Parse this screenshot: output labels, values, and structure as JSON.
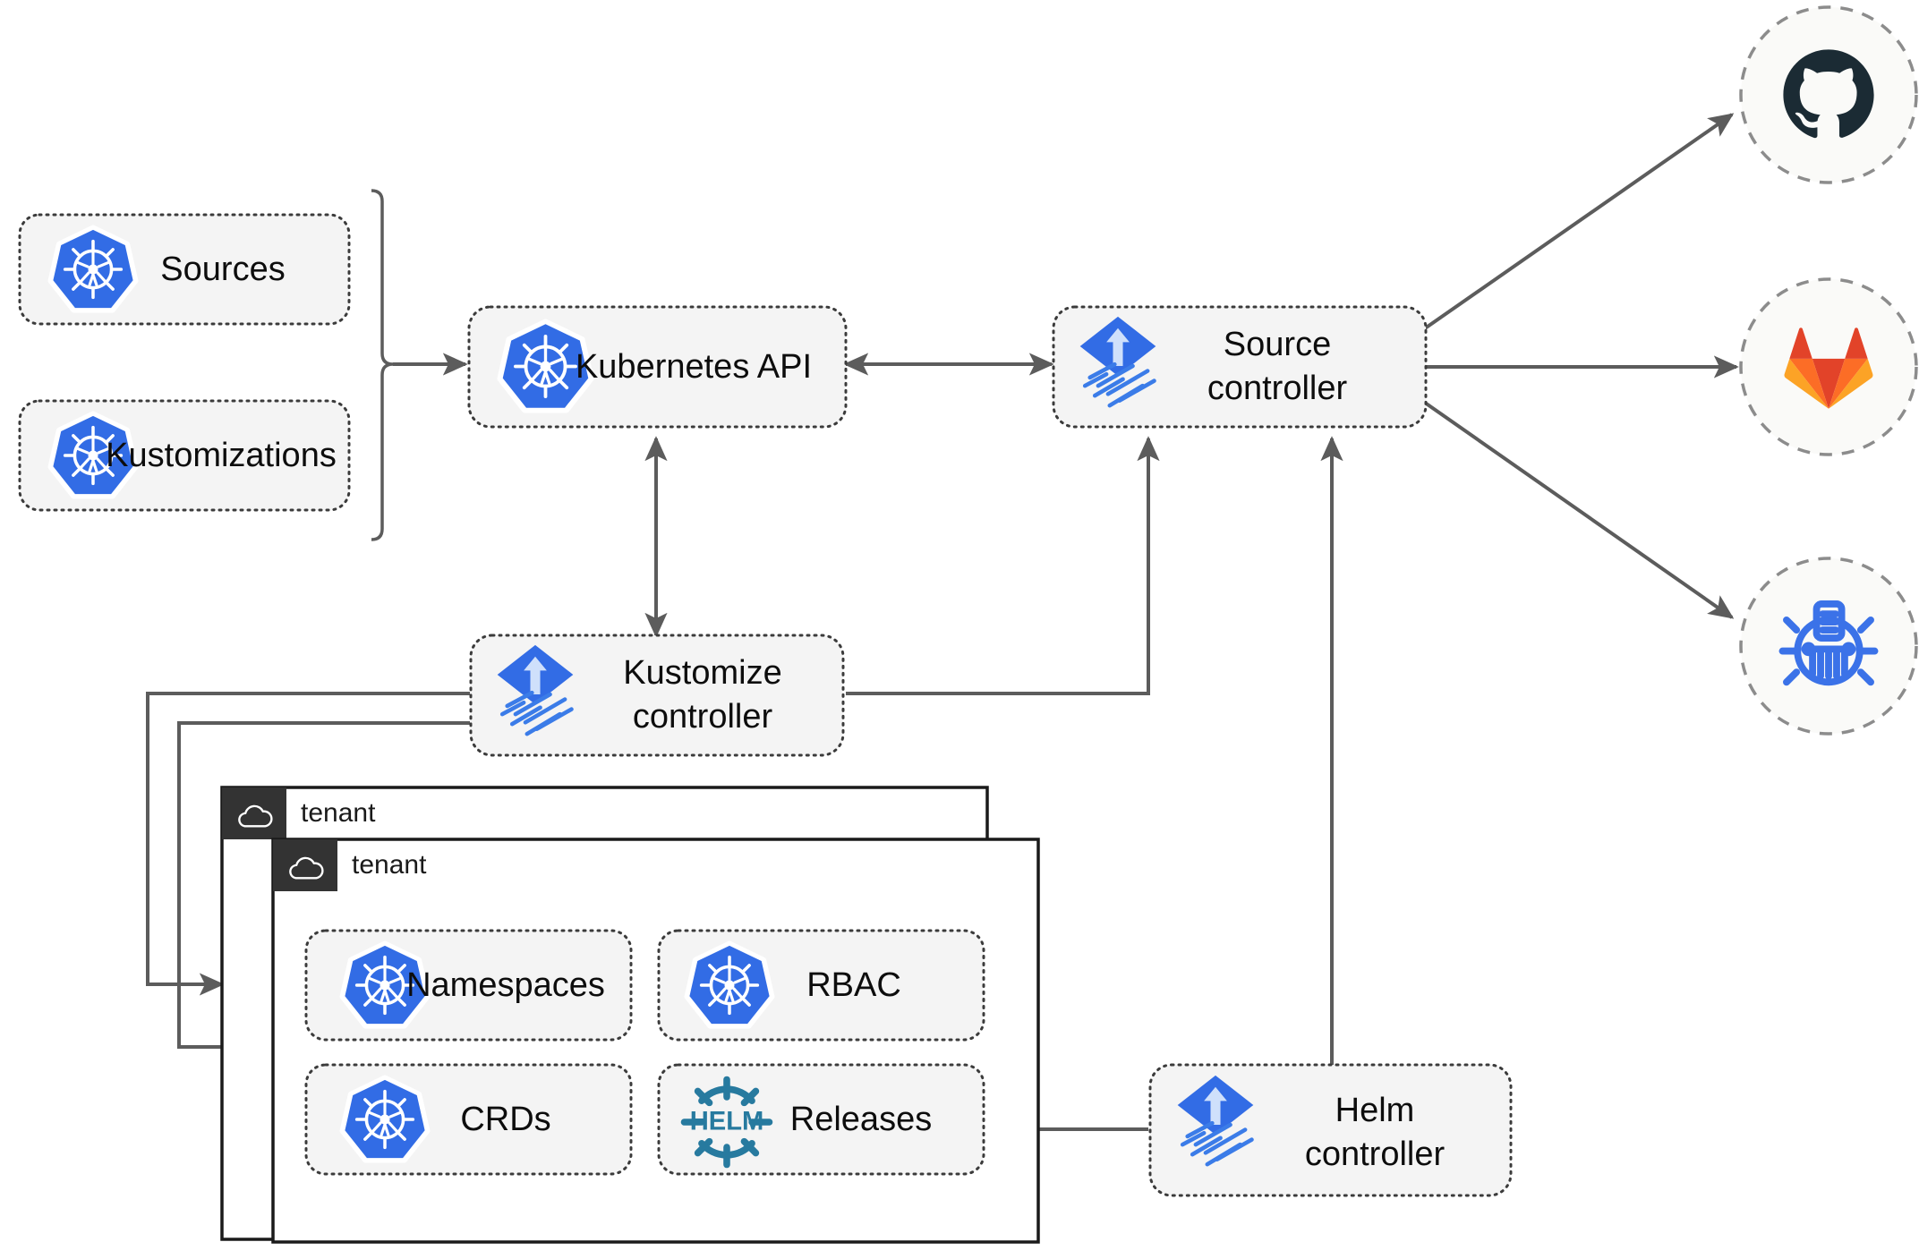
{
  "diagram": {
    "title": "Flux GitOps multi-tenancy architecture",
    "colors": {
      "kubernetes_blue": "#326CE5",
      "flux_blue": "#326CE5",
      "helm_teal": "#277A9F",
      "github_navy": "#1B2B34",
      "gitlab_orange": "#E24329",
      "gitlab_amber": "#FCA326",
      "box_fill": "#F4F4F4",
      "box_stroke": "#3B3B3B",
      "edge_stroke": "#5C5C5C",
      "tenant_tab": "#333333",
      "circle_fill": "#FAFAF8",
      "circle_stroke": "#8C8C8C"
    },
    "nodes": {
      "sources": {
        "label": "Sources",
        "icon": "kubernetes-icon"
      },
      "kustomizations": {
        "label": "Kustomizations",
        "icon": "kubernetes-icon"
      },
      "kubernetes_api": {
        "label": "Kubernetes API",
        "icon": "kubernetes-icon"
      },
      "source_controller": {
        "label_line1": "Source",
        "label_line2": "controller",
        "icon": "flux-icon"
      },
      "kustomize_controller": {
        "label_line1": "Kustomize",
        "label_line2": "controller",
        "icon": "flux-icon"
      },
      "helm_controller": {
        "label_line1": "Helm",
        "label_line2": "controller",
        "icon": "flux-icon"
      },
      "github": {
        "label": "",
        "icon": "github-icon"
      },
      "gitlab": {
        "label": "",
        "icon": "gitlab-icon"
      },
      "bucket": {
        "label": "",
        "icon": "bucket-icon"
      }
    },
    "tenants": [
      {
        "label": "tenant",
        "icon": "cloud-icon"
      },
      {
        "label": "tenant",
        "icon": "cloud-icon"
      }
    ],
    "tenant_resources": [
      {
        "label": "Namespaces",
        "icon": "kubernetes-icon"
      },
      {
        "label": "RBAC",
        "icon": "kubernetes-icon"
      },
      {
        "label": "CRDs",
        "icon": "kubernetes-icon"
      },
      {
        "label": "Releases",
        "icon": "helm-icon"
      }
    ]
  }
}
